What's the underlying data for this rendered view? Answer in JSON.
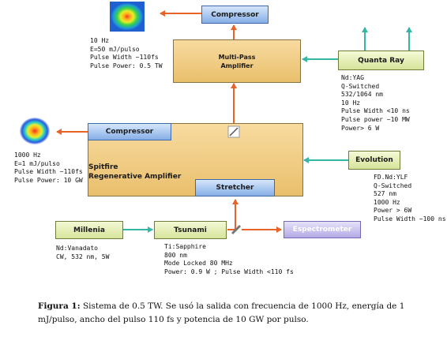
{
  "boxes": {
    "compressor_top": "Compressor",
    "multipass_line1": "Multi-Pass",
    "multipass_line2": "Amplifier",
    "quanta_ray": "Quanta Ray",
    "compressor_mid": "Compressor",
    "spitfire_line1": "Spitfire",
    "spitfire_line2": "Regenerative Amplifier",
    "stretcher": "Stretcher",
    "evolution": "Evolution",
    "millennia": "Millenia",
    "tsunami": "Tsunami",
    "espectrometer": "Espectrometer"
  },
  "specs": {
    "output_top": "10 Hz\nE=50 mJ/pulso\nPulse Width ~110fs\nPulse Power: 0.5 TW",
    "quanta_ray": "Nd:YAG\nQ-Switched\n532/1064 nm\n10 Hz\nPulse Width <10 ns\nPulse power ~10 MW\nPower> 6 W",
    "output_mid": "1000 Hz\nE=1 mJ/pulso\nPulse Width ~110fs\nPulse Power: 10 GW",
    "evolution": "FD.Nd:YLF\nQ-Switched\n527 nm\n1000 Hz\nPower > 6W\nPulse Width ~100 ns",
    "millennia": "Nd:Vanadato\nCW, 532 nm, 5W",
    "tsunami": "Ti:Sapphire\n800 nm\nMode Locked 80 MHz\nPower: 0.9 W ; Pulse Width <110 fs"
  },
  "caption": {
    "label": "Figura 1:",
    "text": "Sistema de 0.5 TW. Se usó la salida con frecuencia de 1000 Hz, energía de 1 mJ/pulso, ancho del pulso 110 fs y potencia de 10 GW por pulso."
  },
  "colors": {
    "ir_beam": "#e8632a",
    "green_beam": "#35b7a6"
  }
}
